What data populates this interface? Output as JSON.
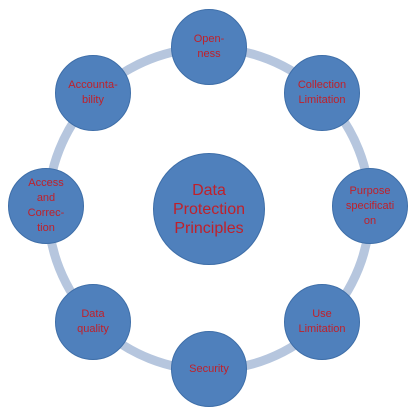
{
  "colors": {
    "node_fill": "#4f80bc",
    "node_border": "#3e6ea8",
    "connector": "#b6c6de",
    "label_text": "#c0202a"
  },
  "center": {
    "label": "Data\nProtection\nPrinciples"
  },
  "nodes": [
    {
      "id": "openness",
      "label": "Open-\nness"
    },
    {
      "id": "collection-limitation",
      "label": "Collection\nLimitation"
    },
    {
      "id": "purpose-specification",
      "label": "Purpose\nspecificati\non"
    },
    {
      "id": "use-limitation",
      "label": "Use\nLimitation"
    },
    {
      "id": "security",
      "label": "Security"
    },
    {
      "id": "data-quality",
      "label": "Data\nquality"
    },
    {
      "id": "access-and-correction",
      "label": "Access\nand\nCorrec-\ntion"
    },
    {
      "id": "accountability",
      "label": "Accounta-\nbility"
    }
  ]
}
